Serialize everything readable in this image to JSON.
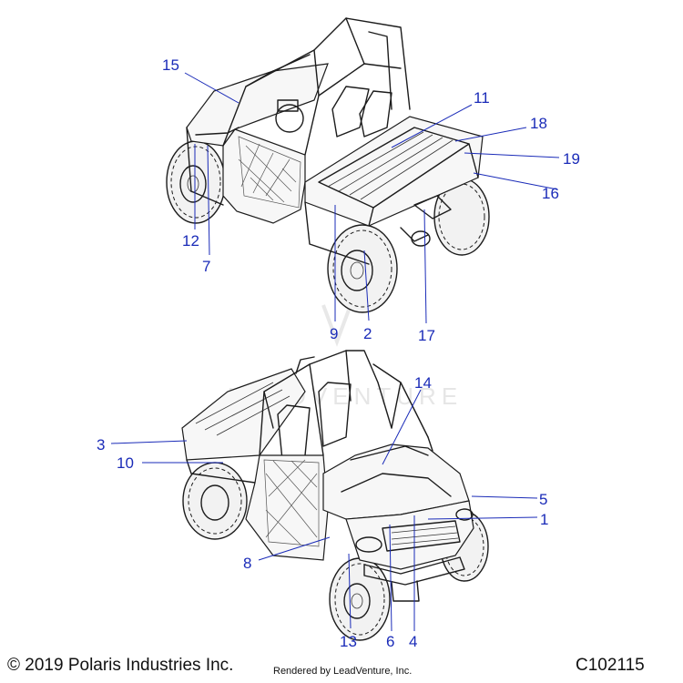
{
  "footer": {
    "copyright": "© 2019 Polaris Industries Inc.",
    "rendered_by": "Rendered by LeadVenture, Inc.",
    "figure_id": "C102115"
  },
  "watermark": "LEADVENTURE",
  "callouts": {
    "c1": "1",
    "c2": "2",
    "c3": "3",
    "c4": "4",
    "c5": "5",
    "c6": "6",
    "c7": "7",
    "c8": "8",
    "c9": "9",
    "c10": "10",
    "c11": "11",
    "c12": "12",
    "c13": "13",
    "c14": "14",
    "c15": "15",
    "c16": "16",
    "c17": "17",
    "c18": "18",
    "c19": "19"
  },
  "colors": {
    "callout": "#1a2bb8",
    "line_art": "#1c1c1c"
  }
}
